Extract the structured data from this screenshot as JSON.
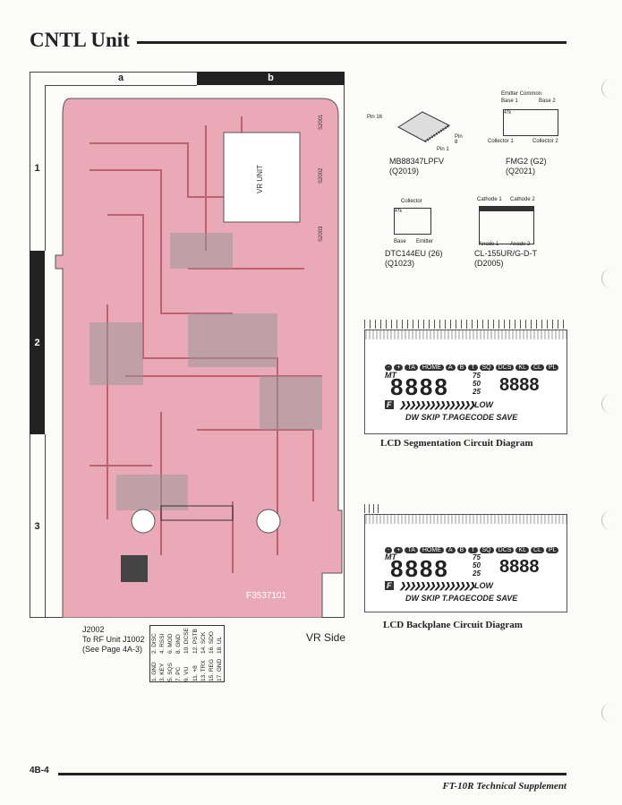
{
  "header": {
    "title": "CNTL Unit"
  },
  "grid": {
    "columns": [
      "a",
      "b"
    ],
    "rows": [
      "1",
      "2",
      "3"
    ]
  },
  "pcb": {
    "vr_unit_label": "VR UNIT",
    "board_number": "F3537101",
    "switch_labels": [
      "S2001",
      "S2002",
      "S2003"
    ],
    "side_label": "VR Side"
  },
  "components": [
    {
      "part": "MB88347LPFV",
      "ref": "(Q2019)",
      "pins": [
        "Pin 16",
        "Pin 8",
        "Pin 1"
      ]
    },
    {
      "part": "FMG2 (G2)",
      "ref": "(Q2021)",
      "pins": [
        "Emitter Common",
        "Base 1",
        "Base 2",
        "Collector 1",
        "Collector 2"
      ],
      "resistor": "47k"
    },
    {
      "part": "DTC144EU (26)",
      "ref": "(Q1023)",
      "pins": [
        "Collector",
        "Base",
        "Emitter"
      ],
      "resistor": "47k"
    },
    {
      "part": "CL-155UR/G-D-T",
      "ref": "(D2005)",
      "pins": [
        "Cathode 1",
        "Cathode 2",
        "Anode 1",
        "Anode 2"
      ]
    }
  ],
  "lcd": {
    "row1": [
      "-",
      "+",
      "TA",
      "HOME",
      "A",
      "B",
      "T",
      "SQ",
      "DCS",
      "KL",
      "CL",
      "PL"
    ],
    "digits": "8888",
    "digits_small": "8888",
    "levels": [
      "75",
      "50",
      "25"
    ],
    "mt": "MT",
    "f": "F",
    "low": "LOW",
    "row3": [
      "DW",
      "SKIP",
      "T.PAGE",
      "CODE",
      "SAVE"
    ],
    "caption_seg": "LCD Segmentation Circuit Diagram",
    "caption_bp": "LCD Backplane Circuit Diagram"
  },
  "connector": {
    "name": "J2002",
    "dest": "To RF Unit J1002",
    "ref": "(See Page 4A-3)",
    "pins": [
      "1. GND",
      "2. DISC",
      "3. KEY",
      "4. RSSI",
      "5. SQS",
      "6. MOD",
      "7. PC",
      "8. GND",
      "9. VU",
      "10. DCSE",
      "11. +8",
      "12. PSTB",
      "13. TRX",
      "14. SCK",
      "15. REG",
      "16. SDO",
      "17. GND",
      "18. UL"
    ]
  },
  "footer": {
    "page": "4B-4",
    "doc": "FT-10R Technical Supplement"
  }
}
